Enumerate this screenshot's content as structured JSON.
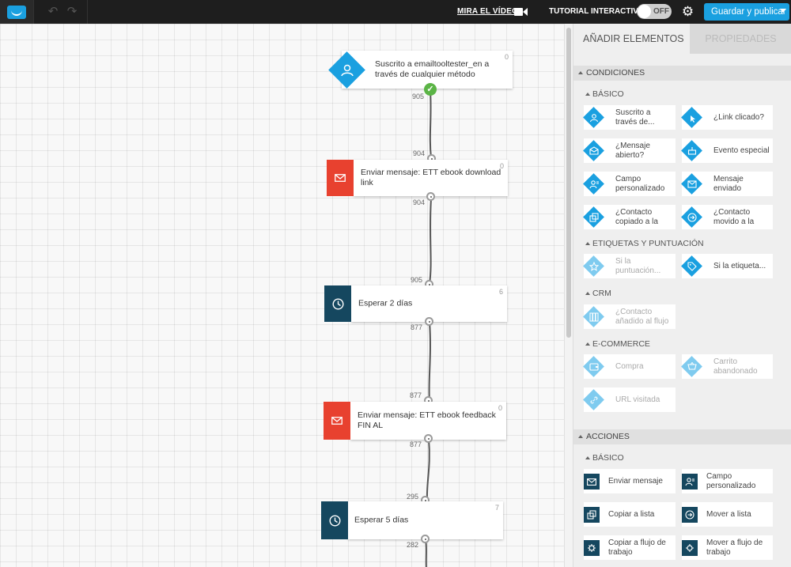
{
  "topbar": {
    "video_link": "MIRA EL VÍDEO",
    "tutorial_label": "TUTORIAL INTERACTIVO",
    "toggle_state": "OFF",
    "save_label": "Guardar y publicar"
  },
  "workflow": {
    "nodes": [
      {
        "label": "Suscrito a emailtooltester_en a través de cualquier método",
        "count": "0"
      },
      {
        "label": "Enviar mensaje: ETT ebook download link",
        "count": "0"
      },
      {
        "label": "Esperar 2 días",
        "count": "6"
      },
      {
        "label": "Enviar mensaje: ETT ebook feedback FIN AL",
        "count": "0"
      },
      {
        "label": "Esperar 5 días",
        "count": "7"
      }
    ],
    "counts": [
      "905",
      "904",
      "904",
      "905",
      "877",
      "877",
      "877",
      "295",
      "282"
    ]
  },
  "panel": {
    "tab_add": "AÑADIR ELEMENTOS",
    "tab_props": "PROPIEDADES",
    "conditions_header": "CONDICIONES",
    "conditions_basic": "BÁSICO",
    "conditions_items": [
      "Suscrito a través de...",
      "¿Link clicado?",
      "¿Mensaje abierto?",
      "Evento especial",
      "Campo personalizado",
      "Mensaje enviado",
      "¿Contacto copiado a la",
      "¿Contacto movido a la"
    ],
    "tags_header": "ETIQUETAS Y PUNTUACIÓN",
    "tags_items": [
      "Si la puntuación...",
      "Si la etiqueta..."
    ],
    "crm_header": "CRM",
    "crm_items": [
      "¿Contacto añadido al flujo"
    ],
    "ecommerce_header": "E-COMMERCE",
    "ecommerce_items": [
      "Compra",
      "Carrito abandonado",
      "URL visitada"
    ],
    "actions_header": "ACCIONES",
    "actions_basic": "BÁSICO",
    "actions_items": [
      "Enviar mensaje",
      "Campo personalizado",
      "Copiar a lista",
      "Mover a lista",
      "Copiar a flujo de trabajo",
      "Mover a flujo de trabajo"
    ]
  }
}
